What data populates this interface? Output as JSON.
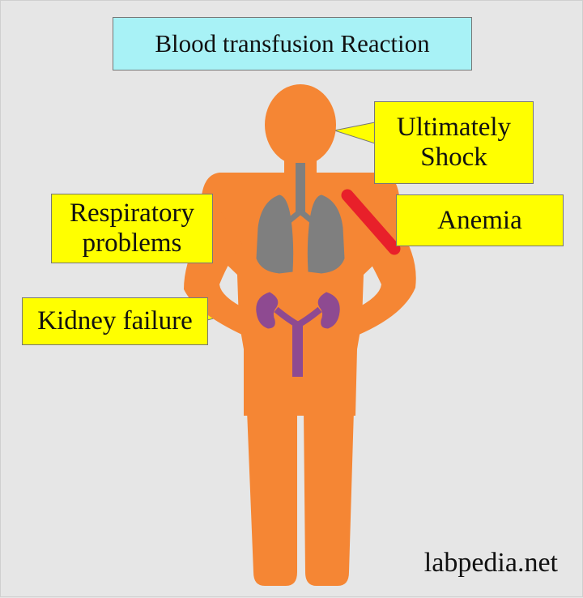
{
  "title": "Blood transfusion Reaction",
  "callouts": {
    "shock": [
      "Ultimately",
      "Shock"
    ],
    "anemia": "Anemia",
    "respiratory": [
      "Respiratory",
      "problems"
    ],
    "kidney": "Kidney failure"
  },
  "watermark": "labpedia.net",
  "colors": {
    "background": "#e6e6e6",
    "body": "#f58634",
    "lungs": "#7f7f7f",
    "kidneys": "#8e4a91",
    "blood_vessel": "#e8202a",
    "callout": "#ffff00",
    "title_box": "#a8f2f6"
  }
}
